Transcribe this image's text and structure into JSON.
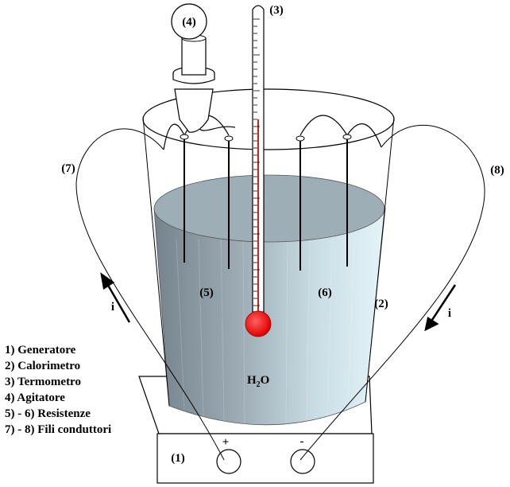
{
  "labels": {
    "n1": "(1)",
    "n2": "(2)",
    "n3": "(3)",
    "n4": "(4)",
    "n5": "(5)",
    "n6": "(6)",
    "n7": "(7)",
    "n8": "(8)",
    "current_left": "i",
    "current_right": "i",
    "plus": "+",
    "minus": "-",
    "water_main": "H",
    "water_sub": "2",
    "water_end": "O"
  },
  "legend": [
    "1) Generatore",
    "2) Calorimetro",
    "3) Termometro",
    "4) Agitatore",
    "5) - 6) Resistenze",
    "7) - 8) Fili conduttori"
  ],
  "colors": {
    "water_dark": "#7f8e97",
    "water_light": "#dff1f7",
    "water_surface": "#9fafb7",
    "bulb": "#ff0000",
    "mercury": "#cc2222",
    "line": "#000000"
  }
}
